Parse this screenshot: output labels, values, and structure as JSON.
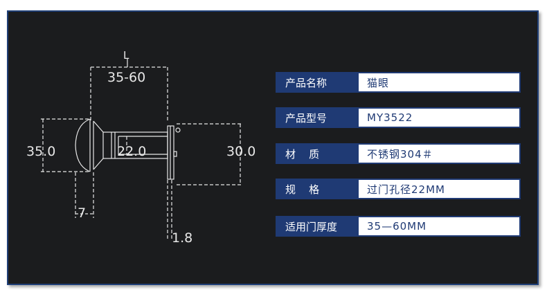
{
  "diagram": {
    "dimensions": {
      "length_symbol": "L",
      "length_range": "35-60",
      "outer_diameter": "35.0",
      "shaft_diameter": "22.0",
      "rear_diameter": "30.0",
      "lens_thickness": "7",
      "flange_thickness": "1.8"
    }
  },
  "specs": [
    {
      "label": "产品名称",
      "value": "猫眼"
    },
    {
      "label": "产品型号",
      "value": "MY3522"
    },
    {
      "label": "材    质",
      "value": "不锈钢304＃"
    },
    {
      "label": "规    格",
      "value": "过门孔径22MM"
    },
    {
      "label": "适用门厚度",
      "value": "35—60MM"
    }
  ],
  "colors": {
    "frame_background": "#1b1c1e",
    "frame_border": "#1f3f77",
    "label_background": "#1f3a74",
    "value_text": "#1f3a74",
    "drawing_lines": "#e8e8e8"
  }
}
